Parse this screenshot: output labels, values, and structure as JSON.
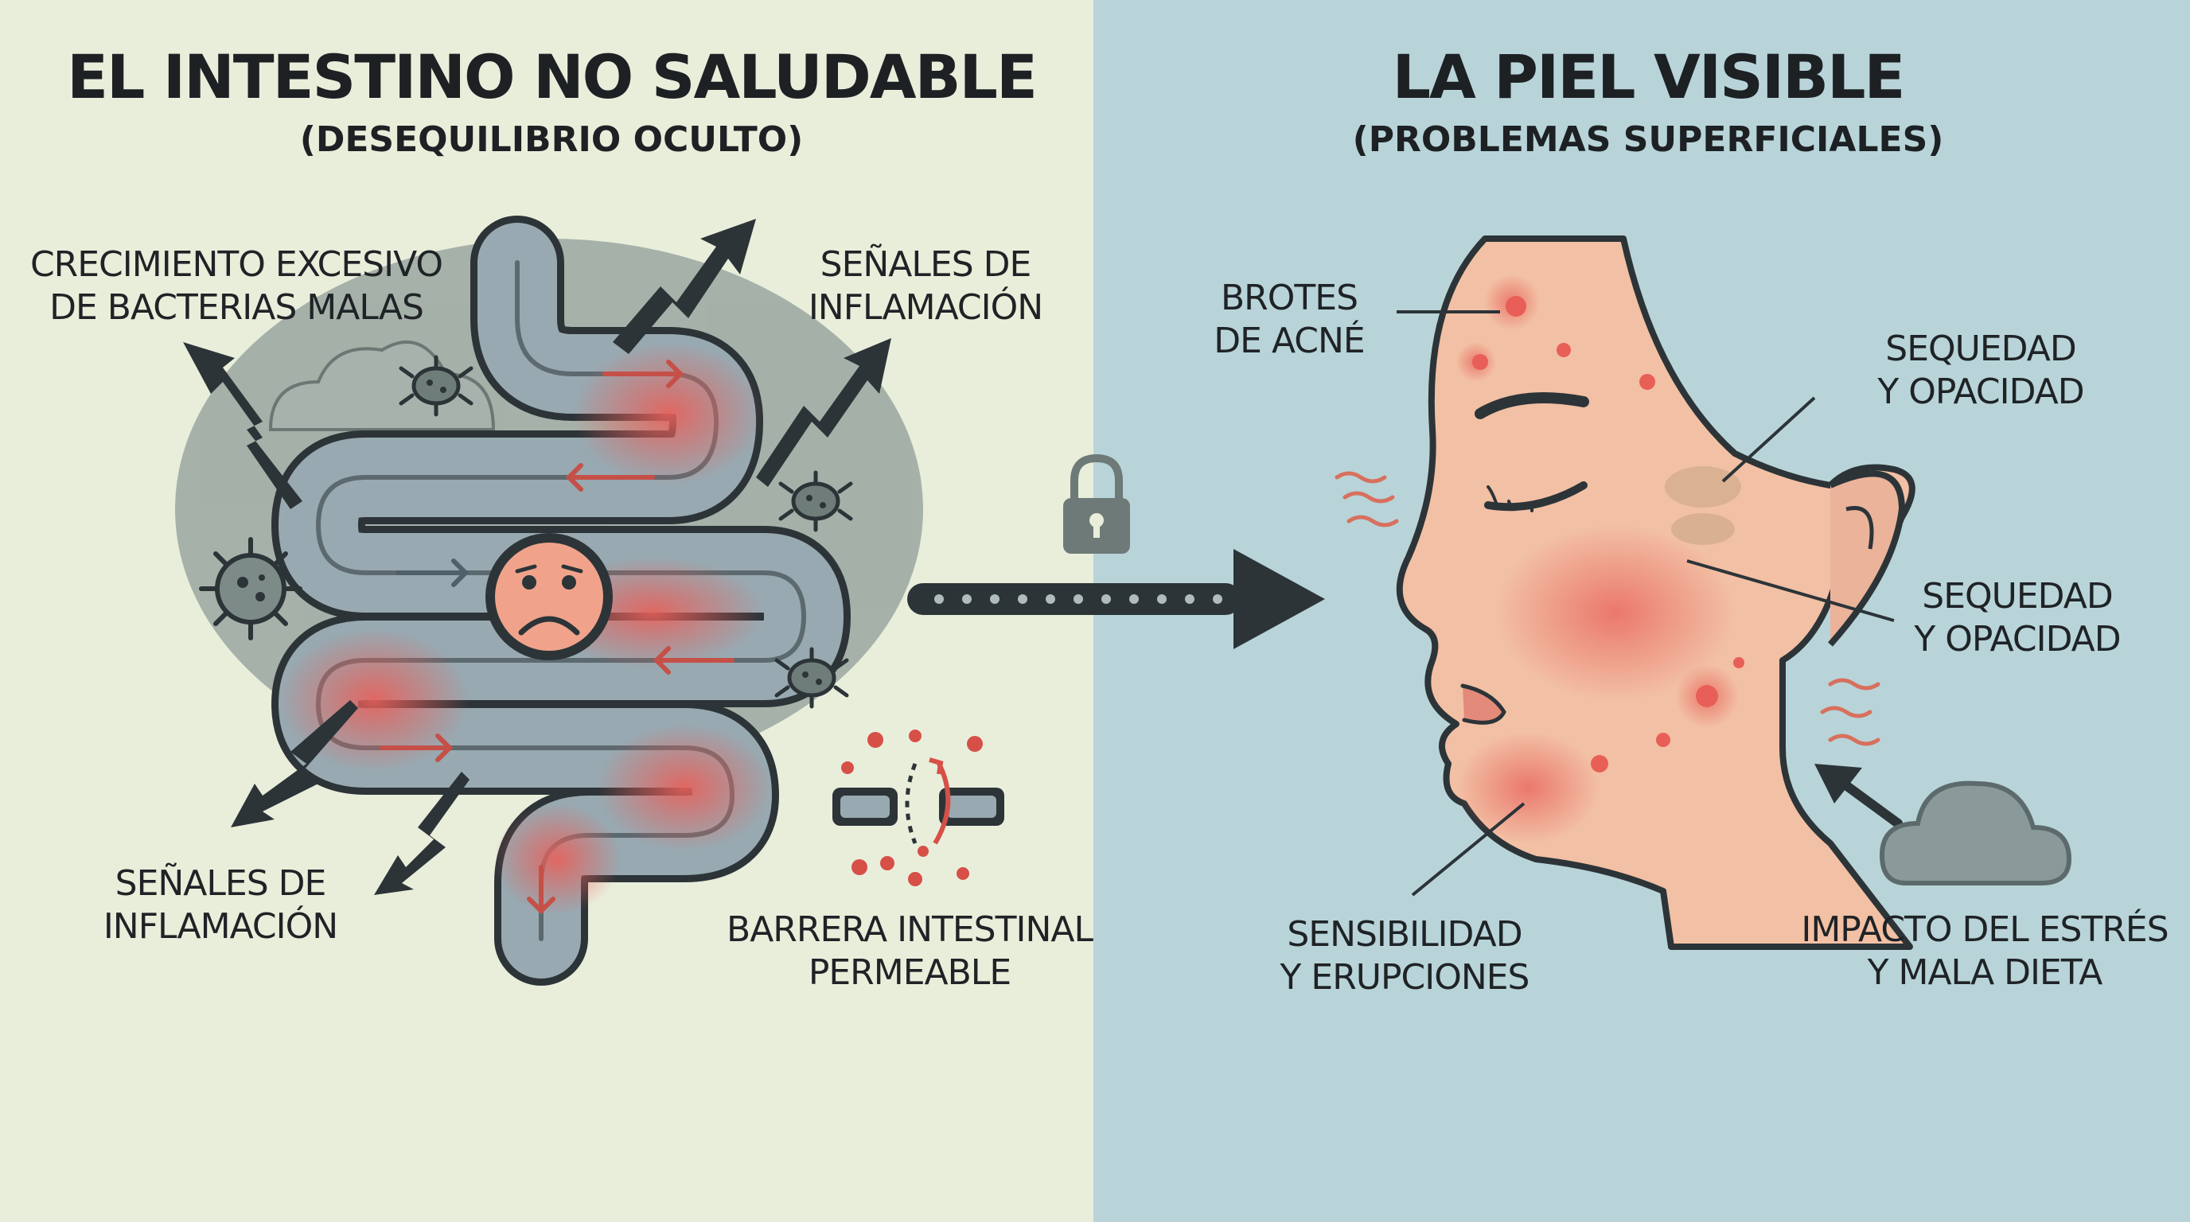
{
  "left": {
    "title": "EL INTESTINO NO SALUDABLE",
    "subtitle": "(DESEQUILIBRIO OCULTO)",
    "labels": {
      "bacteria": [
        "CRECIMIENTO EXCESIVO",
        "DE BACTERIAS MALAS"
      ],
      "inflammation_top": [
        "SEÑALES DE",
        "INFLAMACIÓN"
      ],
      "inflammation_bottom": [
        "SEÑALES DE",
        "INFLAMACIÓN"
      ],
      "barrier": [
        "BARRERA INTESTINAL",
        "PERMEABLE"
      ]
    }
  },
  "right": {
    "title": "LA PIEL VISIBLE",
    "subtitle": "(PROBLEMAS SUPERFICIALES)",
    "labels": {
      "acne": [
        "BROTES",
        "DE ACNÉ"
      ],
      "dryness_1": [
        "SEQUEDAD",
        "Y OPACIDAD"
      ],
      "dryness_2": [
        "SEQUEDAD",
        "Y OPACIDAD"
      ],
      "sensitivity": [
        "SENSIBILIDAD",
        "Y ERUPCIONES"
      ],
      "stress": [
        "IMPACTO DEL ESTRÉS",
        "Y MALA DIETA"
      ]
    }
  },
  "colors": {
    "left_bg": "#e9eedb",
    "right_bg": "#b8d4d9",
    "dark": "#2c3438",
    "gut_fill": "#98a9b1",
    "inflamed": "#e0605a",
    "skin": "#f2c0a4",
    "cloud": "#8c9a98"
  },
  "icons": [
    "sad-face-icon",
    "bacteria-icon",
    "lightning-arrow-icon",
    "lock-icon",
    "cloud-icon",
    "permeable-barrier-icon"
  ]
}
